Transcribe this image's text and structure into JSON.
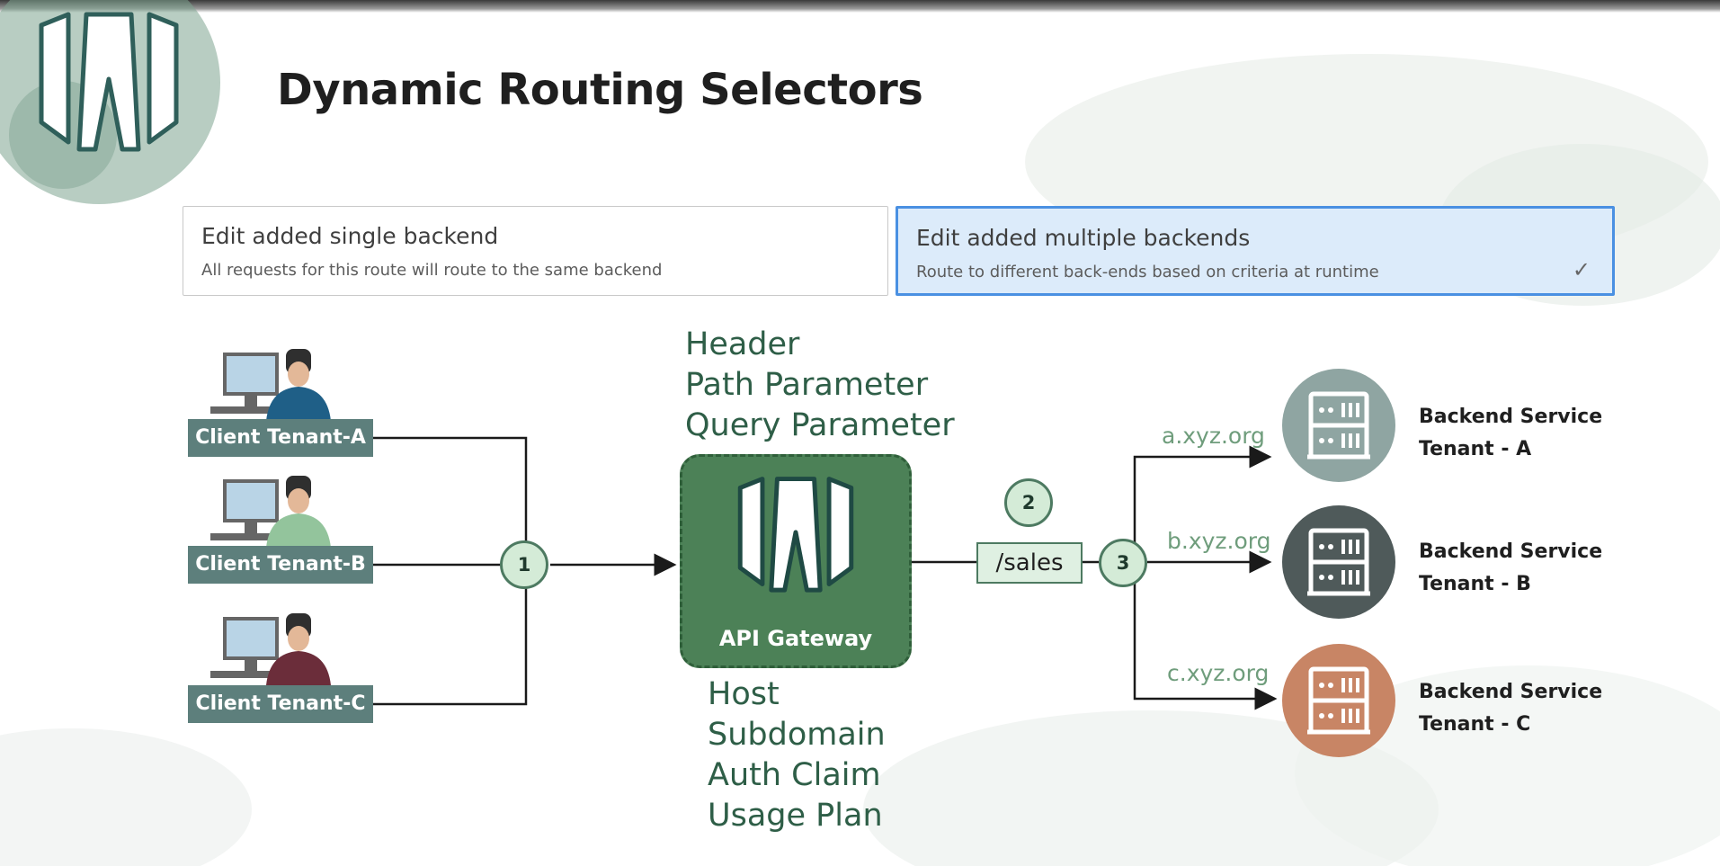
{
  "title": "Dynamic Routing Selectors",
  "cards": [
    {
      "title": "Edit added single backend",
      "subtitle": "All requests for this route will route to the same backend",
      "selected": false
    },
    {
      "title": "Edit added multiple backends",
      "subtitle": "Route to different back-ends based on criteria at runtime",
      "selected": true,
      "check_icon": "checkmark-icon"
    }
  ],
  "clients": [
    {
      "label": "Client Tenant-A",
      "shirt_color": "#1f5f87"
    },
    {
      "label": "Client Tenant-B",
      "shirt_color": "#93c49c"
    },
    {
      "label": "Client Tenant-C",
      "shirt_color": "#6b2d3a"
    }
  ],
  "criteria_top": [
    "Header",
    "Path Parameter",
    "Query Parameter"
  ],
  "criteria_bottom": [
    "Host",
    "Subdomain",
    "Auth Claim",
    "Usage Plan"
  ],
  "gateway": {
    "label": "API Gateway",
    "icon": "api-gateway-logo-icon"
  },
  "steps": [
    "1",
    "2",
    "3"
  ],
  "route_path": "/sales",
  "hosts": [
    "a.xyz.org",
    "b.xyz.org",
    "c.xyz.org"
  ],
  "backends": [
    {
      "line1": "Backend Service",
      "line2": "Tenant - A",
      "color": "#8fa5a2"
    },
    {
      "line1": "Backend Service",
      "line2": "Tenant - B",
      "color": "#4f5a5a"
    },
    {
      "line1": "Backend Service",
      "line2": "Tenant - C",
      "color": "#c88565"
    }
  ],
  "colors": {
    "accent_green": "#4c8157",
    "step_fill": "#d4ebd7",
    "selected_card": "#dcebfa",
    "selected_border": "#4a90e2",
    "label_bg": "#5d7f7c"
  }
}
